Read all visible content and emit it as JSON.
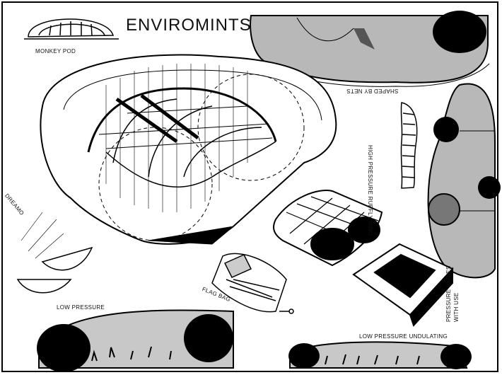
{
  "title": "ENVIROMINTS",
  "labels": {
    "monkey_pod": "MONKEY POD",
    "shaped_by_nets": "SHAPED BY NETS",
    "high_pressure_ruffly_ring": "HIGH PRESSURE RUFFLY RING",
    "dreamo": "DREAMO",
    "flag_bag": "FLAG BAG",
    "low_pressure": "LOW PRESSURE",
    "low_pressure_undulating": "LOW PRESSURE UNDULATING",
    "pressure_varies_1": "PRESSURE VARIES",
    "pressure_varies_2": "WITH USE"
  }
}
